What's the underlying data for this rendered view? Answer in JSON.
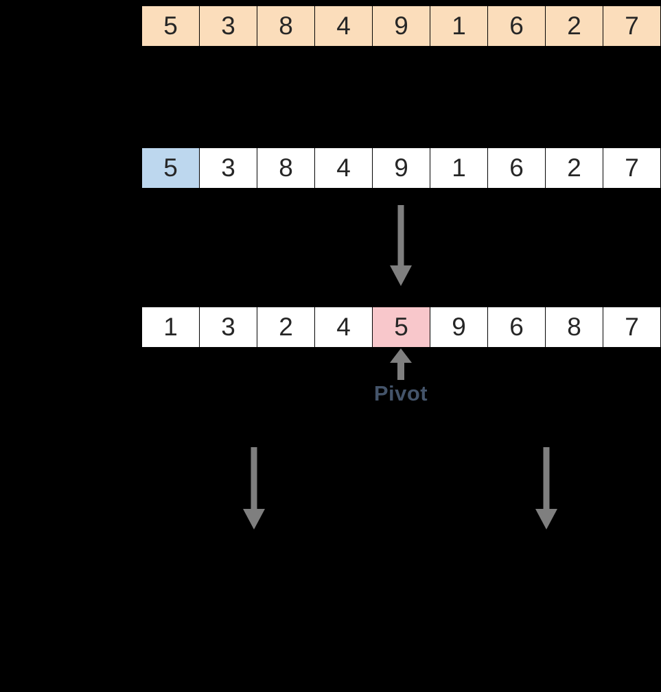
{
  "rows": [
    {
      "id": "initial",
      "values": [
        "5",
        "3",
        "8",
        "4",
        "9",
        "1",
        "6",
        "2",
        "7"
      ],
      "cell_fill": "#fbddbb",
      "highlight_index": null,
      "highlight_fill": null
    },
    {
      "id": "pivot_selected",
      "values": [
        "5",
        "3",
        "8",
        "4",
        "9",
        "1",
        "6",
        "2",
        "7"
      ],
      "cell_fill": "#ffffff",
      "highlight_index": 0,
      "highlight_fill": "#bdd7ee"
    },
    {
      "id": "partitioned",
      "values": [
        "1",
        "3",
        "2",
        "4",
        "5",
        "9",
        "6",
        "8",
        "7"
      ],
      "cell_fill": "#ffffff",
      "highlight_index": 4,
      "highlight_fill": "#f8c7cb"
    }
  ],
  "labels": {
    "pivot": "Pivot"
  },
  "colors": {
    "background": "#000000",
    "cell_border": "#000000",
    "cell_text": "#262626",
    "arrow": "#7f7f7f",
    "pivot_text": "#44546a",
    "initial_fill": "#fbddbb",
    "pivot_highlight": "#bdd7ee",
    "partition_highlight": "#f8c7cb"
  }
}
